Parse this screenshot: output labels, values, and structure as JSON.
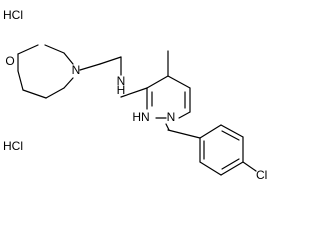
{
  "structure": {
    "labels": {
      "salt_top": "HCl",
      "salt_bottom": "HCl",
      "morpholine_oxygen": "O",
      "morpholine_nitrogen": "N",
      "amine_nitrogen": "N",
      "amine_hydrogen": "H",
      "ring_nh": "HN",
      "ring_nitrogen": "N",
      "chlorine": "Cl"
    }
  }
}
